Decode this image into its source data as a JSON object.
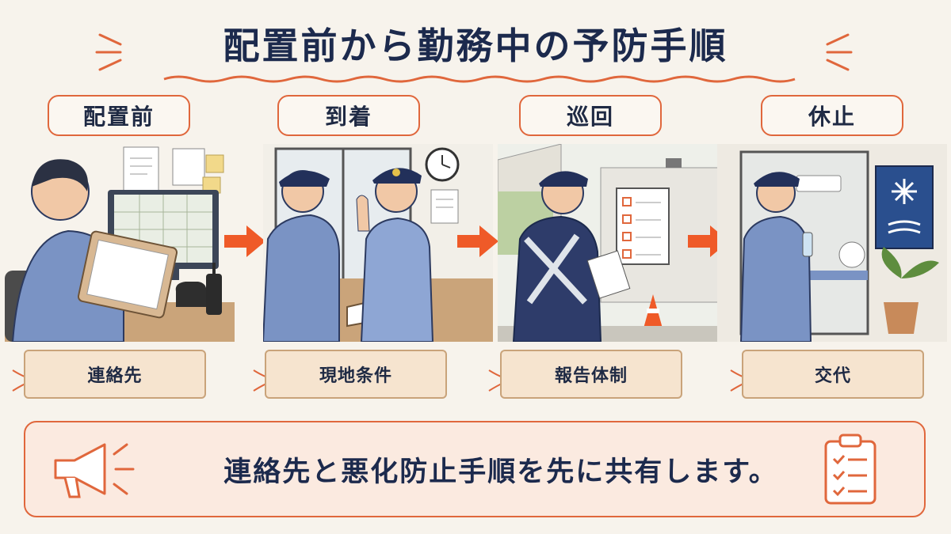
{
  "title": "配置前から勤務中の予防手順",
  "steps": [
    {
      "label": "配置前",
      "tag": "連絡先",
      "scene": "desk-with-radio-icon"
    },
    {
      "label": "到着",
      "tag": "現地条件",
      "scene": "arrival-greeting-icon"
    },
    {
      "label": "巡回",
      "tag": "報告体制",
      "scene": "patrol-checklist-icon"
    },
    {
      "label": "休止",
      "tag": "交代",
      "scene": "rest-room-icon"
    }
  ],
  "notice": {
    "text": "連絡先と悪化防止手順を先に共有します。",
    "left_icon": "megaphone-icon",
    "right_icon": "clipboard-checklist-icon"
  },
  "colors": {
    "accent": "#e0673c",
    "navy": "#1c2a4d",
    "uniform": "#6f86b8",
    "tag_bg": "#f6e4cf",
    "notice_bg": "#fbeae0"
  }
}
